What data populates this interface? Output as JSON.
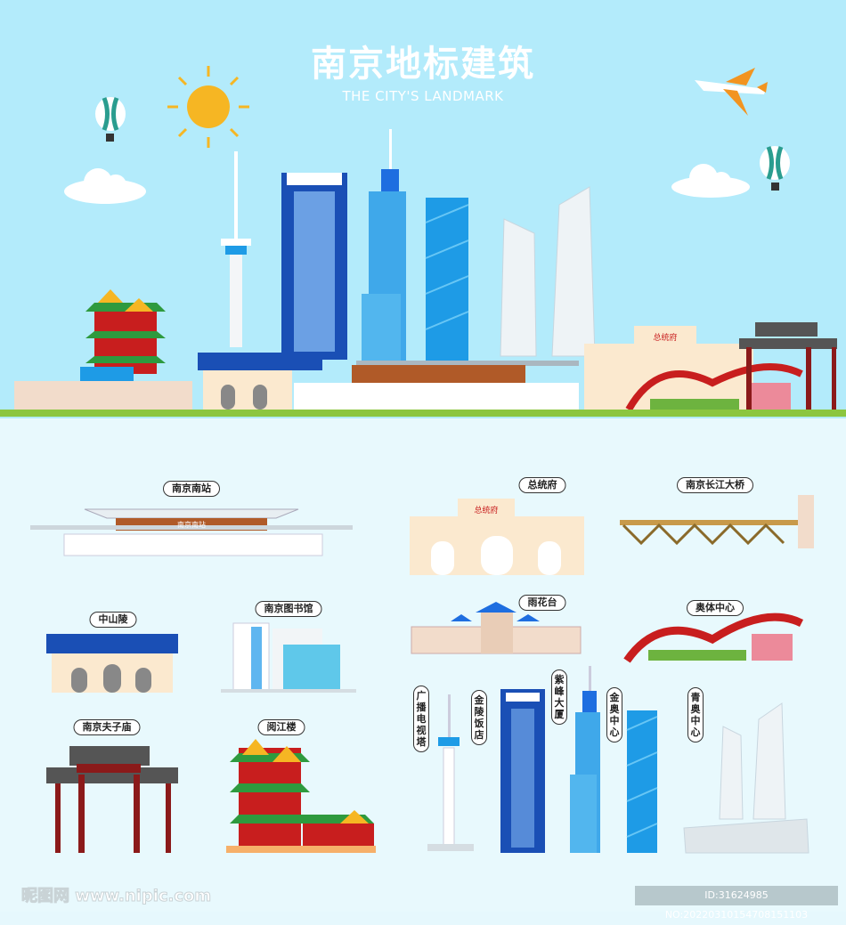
{
  "header": {
    "title": "南京地标建筑",
    "subtitle": "THE CITY'S LANDMARK"
  },
  "colors": {
    "sky": "#b3ebfb",
    "background": "#e8f9fd",
    "blue": "#1a4fb5",
    "cyan": "#1e9be6",
    "red": "#c81e1e",
    "green": "#2e9a3e",
    "cream": "#fbe9cf"
  },
  "labels": {
    "station": "南京南站",
    "palace": "总统府",
    "bridge": "南京长江大桥",
    "mausoleum": "中山陵",
    "library": "南京图书馆",
    "yuhuatai": "雨花台",
    "olympic": "奥体中心",
    "confucius": "南京夫子庙",
    "yuejiang": "阅江楼",
    "tvtower": "广播电视塔",
    "jinling": "金陵饭店",
    "zifeng": "紫峰大厦",
    "jinao": "金奥中心",
    "qingao": "青奥中心"
  },
  "signs": {
    "station_sign": "南京南站",
    "palace_sign": "总统府"
  },
  "watermark": {
    "logo": "昵图网 www.nipic.com",
    "id": "ID:31624985 NO:20220310154708151103"
  }
}
